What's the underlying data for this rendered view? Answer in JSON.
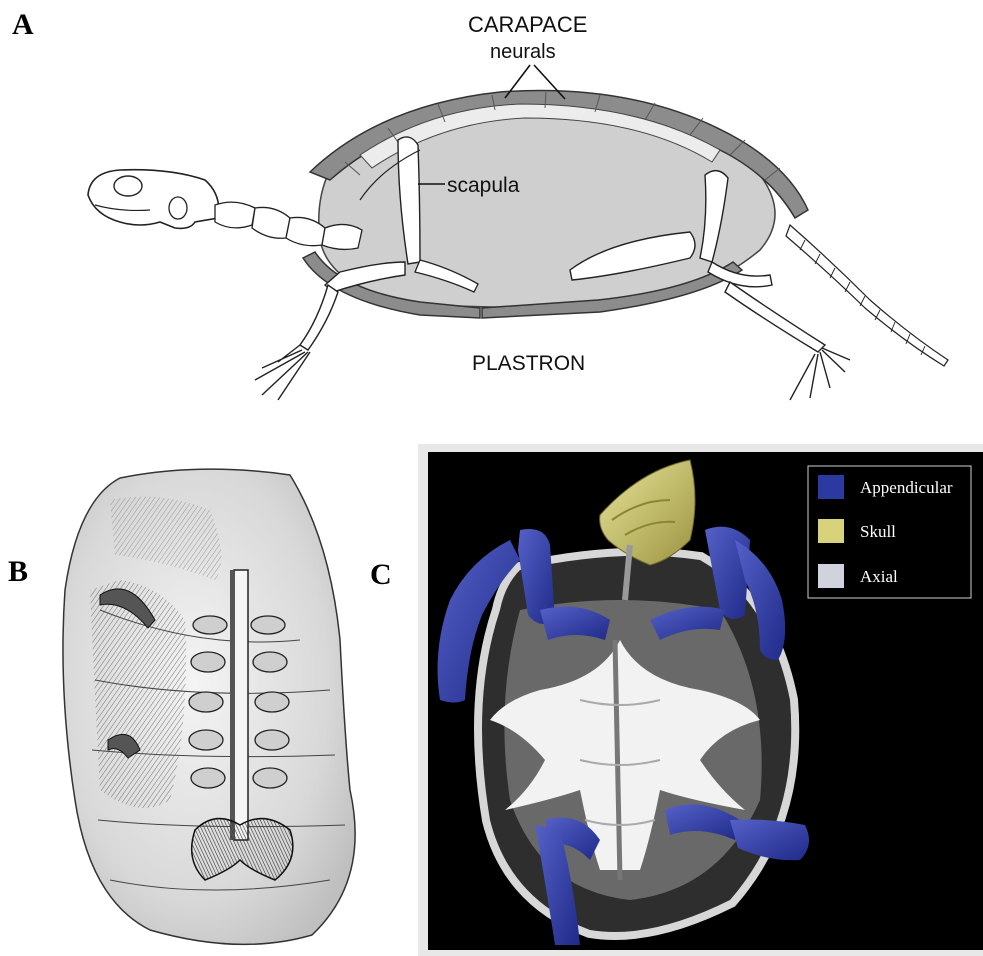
{
  "panels": {
    "a": {
      "letter": "A",
      "labels": {
        "carapace": "CARAPACE",
        "neurals": "neurals",
        "scapula": "scapula",
        "plastron": "PLASTRON"
      }
    },
    "b": {
      "letter": "B"
    },
    "c": {
      "letter": "C",
      "legend": [
        {
          "label": "Appendicular",
          "color": "#2b3aa0"
        },
        {
          "label": "Skull",
          "color": "#d8d27a"
        },
        {
          "label": "Axial",
          "color": "#d0d3de"
        }
      ]
    }
  }
}
